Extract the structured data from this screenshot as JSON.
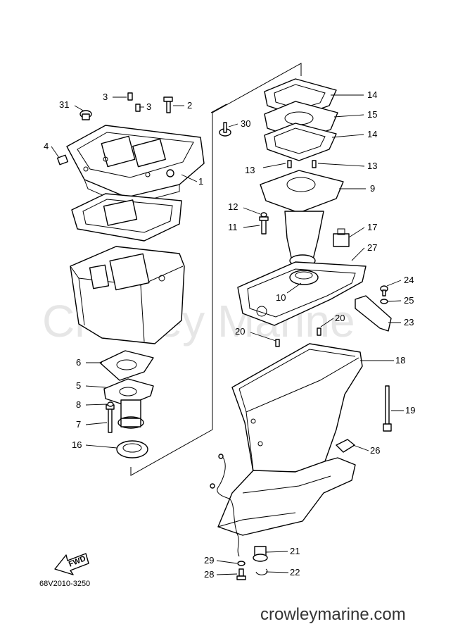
{
  "watermark": "Crowley Marine",
  "diagram_code": "68V2010-3250",
  "fwd_label": "FWD",
  "footer_url": "crowleymarine.com",
  "callouts": [
    {
      "id": "c31",
      "label": "31"
    },
    {
      "id": "c3a",
      "label": "3"
    },
    {
      "id": "c3b",
      "label": "3"
    },
    {
      "id": "c2",
      "label": "2"
    },
    {
      "id": "c30",
      "label": "30"
    },
    {
      "id": "c4",
      "label": "4"
    },
    {
      "id": "c1",
      "label": "1"
    },
    {
      "id": "c14a",
      "label": "14"
    },
    {
      "id": "c15",
      "label": "15"
    },
    {
      "id": "c14b",
      "label": "14"
    },
    {
      "id": "c13a",
      "label": "13"
    },
    {
      "id": "c13b",
      "label": "13"
    },
    {
      "id": "c9",
      "label": "9"
    },
    {
      "id": "c12",
      "label": "12"
    },
    {
      "id": "c11",
      "label": "11"
    },
    {
      "id": "c17",
      "label": "17"
    },
    {
      "id": "c27",
      "label": "27"
    },
    {
      "id": "c10",
      "label": "10"
    },
    {
      "id": "c24",
      "label": "24"
    },
    {
      "id": "c25",
      "label": "25"
    },
    {
      "id": "c23",
      "label": "23"
    },
    {
      "id": "c20a",
      "label": "20"
    },
    {
      "id": "c20b",
      "label": "20"
    },
    {
      "id": "c18",
      "label": "18"
    },
    {
      "id": "c6",
      "label": "6"
    },
    {
      "id": "c5",
      "label": "5"
    },
    {
      "id": "c8",
      "label": "8"
    },
    {
      "id": "c7",
      "label": "7"
    },
    {
      "id": "c16",
      "label": "16"
    },
    {
      "id": "c19",
      "label": "19"
    },
    {
      "id": "c26",
      "label": "26"
    },
    {
      "id": "c21",
      "label": "21"
    },
    {
      "id": "c29",
      "label": "29"
    },
    {
      "id": "c28",
      "label": "28"
    },
    {
      "id": "c22",
      "label": "22"
    }
  ]
}
